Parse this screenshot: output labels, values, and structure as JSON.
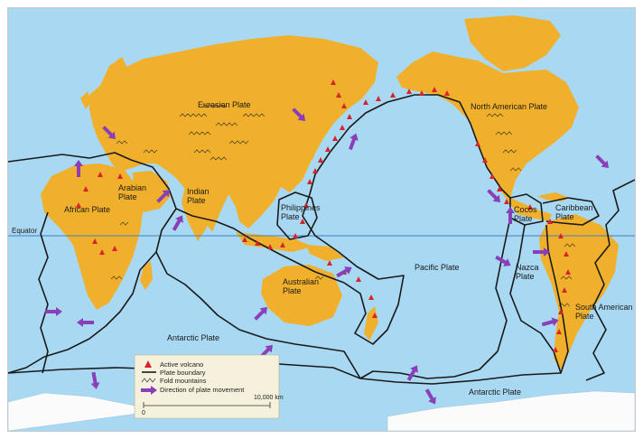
{
  "colors": {
    "ocean": "#a9d8f2",
    "land": "#f0b02c",
    "antarctica": "#fbfbfb",
    "boundary": "#1a1a1a",
    "volcano": "#d6242a",
    "arrow": "#8a3fb8",
    "equator": "#3d7fc4",
    "legend_bg": "#f6f1dc"
  },
  "labels": {
    "equator": "Equator"
  },
  "plates": [
    {
      "id": "eurasian",
      "name": "Eurasian Plate"
    },
    {
      "id": "north-american",
      "name": "North American Plate"
    },
    {
      "id": "african",
      "name": "African Plate"
    },
    {
      "id": "arabian",
      "name": "Arabian Plate"
    },
    {
      "id": "indian",
      "name": "Indian Plate"
    },
    {
      "id": "philippines",
      "name": "Philippines Plate"
    },
    {
      "id": "pacific",
      "name": "Pacific Plate"
    },
    {
      "id": "australian",
      "name": "Australian Plate"
    },
    {
      "id": "cocos",
      "name": "Cocos Plate"
    },
    {
      "id": "caribbean",
      "name": "Caribbean Plate"
    },
    {
      "id": "nazca",
      "name": "Nazca Plate"
    },
    {
      "id": "south-american",
      "name": "South American Plate"
    },
    {
      "id": "antarctic-west",
      "name": "Antarctic Plate"
    },
    {
      "id": "antarctic-east",
      "name": "Antarctic Plate"
    }
  ],
  "legend": {
    "items": [
      {
        "icon": "volcano-triangle-icon",
        "label": "Active volcano"
      },
      {
        "icon": "plate-boundary-line-icon",
        "label": "Plate boundary"
      },
      {
        "icon": "fold-mountains-icon",
        "label": "Fold mountains"
      },
      {
        "icon": "movement-arrow-icon",
        "label": "Direction of plate movement"
      }
    ],
    "scale": {
      "start": "0",
      "end": "10,000 km"
    }
  }
}
